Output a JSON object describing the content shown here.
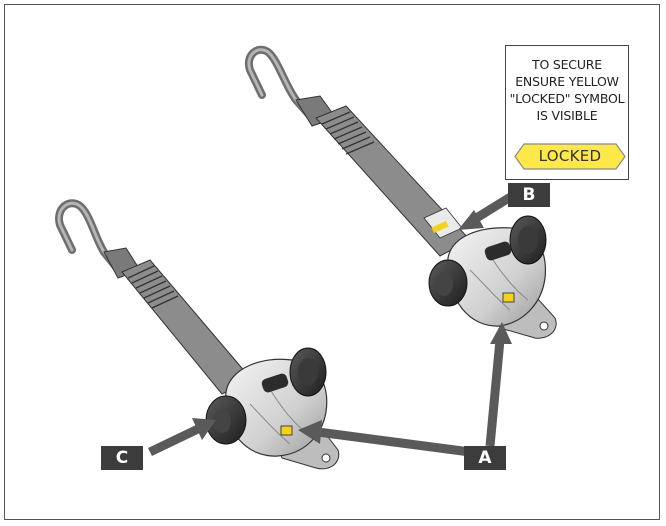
{
  "notice": {
    "lines": [
      "TO SECURE",
      "ENSURE YELLOW",
      "\"LOCKED\" SYMBOL",
      "IS VISIBLE"
    ],
    "badge_label": "LOCKED",
    "badge_color": "#ffe94a"
  },
  "callouts": {
    "a": "A",
    "b": "B",
    "c": "C"
  },
  "colors": {
    "strap": "#8c8c8c",
    "housing": "#d9d9d9",
    "knob": "#2e2e2e",
    "indicator": "#f2d21b",
    "callout_bg": "#3c3c3c"
  }
}
